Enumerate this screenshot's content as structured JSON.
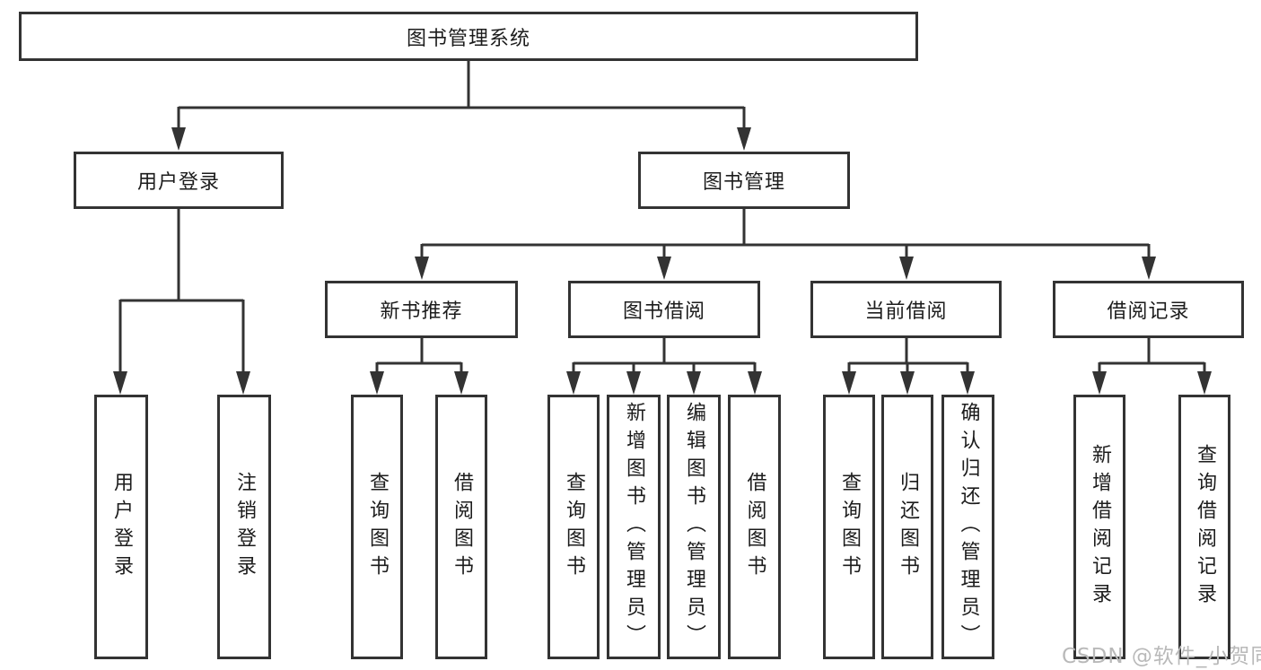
{
  "diagram": {
    "root": {
      "label": "图书管理系统"
    },
    "children": [
      {
        "label": "用户登录",
        "children": [
          {
            "label": "用户登录"
          },
          {
            "label": "注销登录"
          }
        ]
      },
      {
        "label": "图书管理",
        "children": [
          {
            "label": "新书推荐",
            "children": [
              {
                "label": "查询图书"
              },
              {
                "label": "借阅图书"
              }
            ]
          },
          {
            "label": "图书借阅",
            "children": [
              {
                "label": "查询图书"
              },
              {
                "label": "新增图书（管理员）"
              },
              {
                "label": "编辑图书（管理员）"
              },
              {
                "label": "借阅图书"
              }
            ]
          },
          {
            "label": "当前借阅",
            "children": [
              {
                "label": "查询图书"
              },
              {
                "label": "归还图书"
              },
              {
                "label": "确认归还（管理员）"
              }
            ]
          },
          {
            "label": "借阅记录",
            "children": [
              {
                "label": "新增借阅记录"
              },
              {
                "label": "查询借阅记录"
              }
            ]
          }
        ]
      }
    ]
  },
  "watermark": {
    "text": "CSDN @软件_小贺同学"
  },
  "colors": {
    "line": "#333333",
    "box_border": "#333333",
    "text": "#1c1c1c",
    "watermark": "#b9b9b9",
    "background": "#ffffff"
  }
}
